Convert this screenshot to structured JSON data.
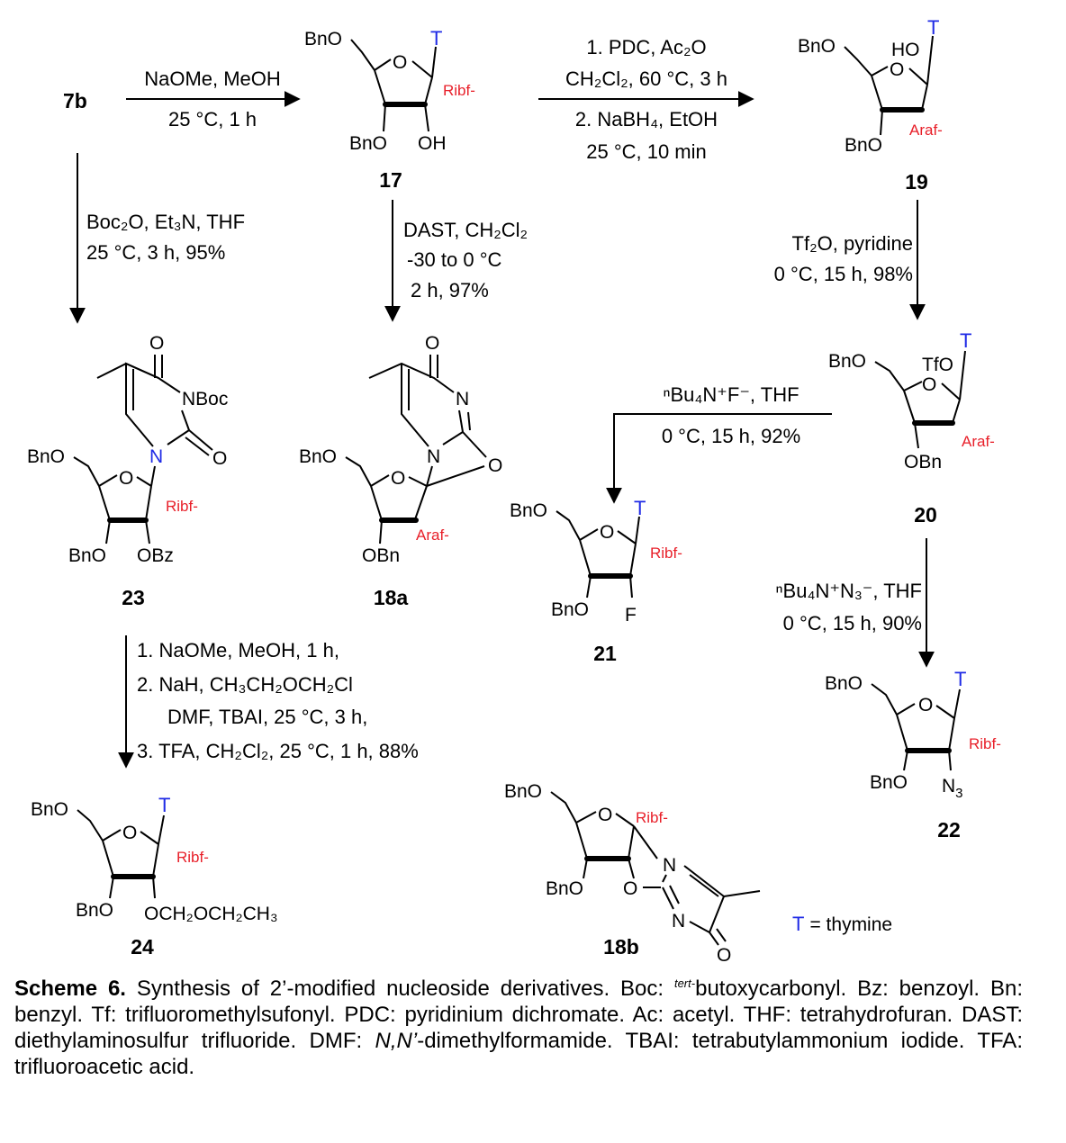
{
  "compounds": {
    "c7b": "7b",
    "c17": "17",
    "c19": "19",
    "c23": "23",
    "c18a": "18a",
    "c20": "20",
    "c21": "21",
    "c22": "22",
    "c24": "24",
    "c18b": "18b"
  },
  "groups": {
    "BnO": "BnO",
    "OBn": "OBn",
    "OH": "OH",
    "HO": "HO",
    "T": "T",
    "O": "O",
    "N": "N",
    "NBoc": "NBoc",
    "OBz": "OBz",
    "TfO": "TfO",
    "F": "F",
    "N3_base": "N",
    "N3_sub": "3",
    "OCH2OCH2CH3": "OCH₂OCH₂CH₃",
    "ribf": "Ribf-",
    "araf": "Araf-"
  },
  "conditions": {
    "a1": "NaOMe, MeOH",
    "a2": "25 °C, 1 h",
    "b1": "1. PDC, Ac₂O",
    "b2": "CH₂Cl₂, 60 °C, 3 h",
    "b3": "2. NaBH₄, EtOH",
    "b4": "25 °C, 10 min",
    "c1": "Boc₂O, Et₃N, THF",
    "c2": "25 °C, 3 h, 95%",
    "d1": "DAST, CH₂Cl₂",
    "d2": "-30 to 0 °C",
    "d3": "2 h, 97%",
    "e1": "Tf₂O, pyridine",
    "e2": "0 °C, 15 h, 98%",
    "f1": "ⁿBu₄N⁺F⁻, THF",
    "f2": "0 °C, 15 h, 92%",
    "g1": "ⁿBu₄N⁺N₃⁻, THF",
    "g2": "0 °C, 15 h, 90%",
    "h1": "1. NaOMe, MeOH, 1 h,",
    "h2": "2. NaH, CH₃CH₂OCH₂Cl",
    "h3": "DMF, TBAI, 25 °C, 3 h,",
    "h4": "3. TFA, CH₂Cl₂, 25 °C, 1 h, 88%"
  },
  "legend": {
    "T": "T",
    "eq": "= thymine"
  },
  "caption": {
    "label": "Scheme 6.",
    "text1": " Synthesis of 2’-modified nucleoside derivatives. Boc: ",
    "tert": "tert-",
    "text2": "butoxycarbonyl. Bz: benzoyl. Bn: benzyl. Tf: trifluoromethylsufonyl. PDC: pyridinium dichromate. Ac: acetyl. THF: tetrahydrofuran. DAST: diethylaminosulfur trifluoride. DMF: ",
    "nn": "N,N’",
    "text3": "-dimethylformamide. TBAI: tetrabutylammonium iodide. TFA: trifluoroacetic acid."
  },
  "colors": {
    "label_red": "#e8202a",
    "thymine_blue": "#1f2be6"
  }
}
